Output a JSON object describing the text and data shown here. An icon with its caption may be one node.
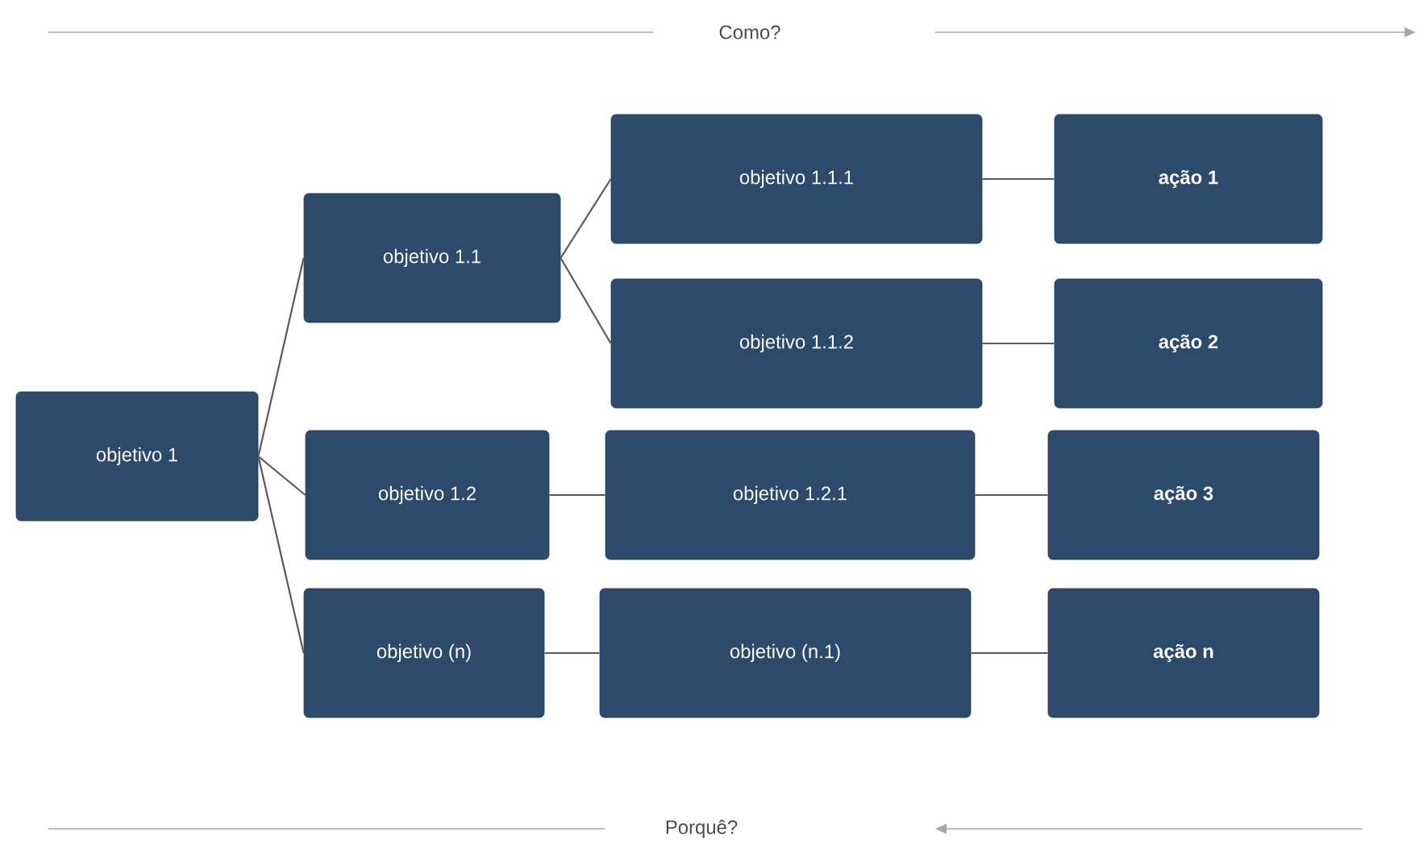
{
  "diagram": {
    "nodes": [
      {
        "text": [
          "objetivo 1"
        ]
      },
      {
        "text": [
          "objetivo 1.1"
        ]
      },
      {
        "text": [
          "objetivo 1.1.1"
        ]
      },
      {
        "text": [
          "ação 1"
        ]
      },
      {
        "text": [
          "objetivo 1.1.2"
        ]
      },
      {
        "text": [
          "ação 2"
        ]
      },
      {
        "text": [
          "objetivo 1.2"
        ]
      },
      {
        "text": [
          "objetivo 1.2.1"
        ]
      },
      {
        "text": [
          "ação 3"
        ]
      },
      {
        "text": [
          "objetivo (n)"
        ]
      },
      {
        "text": [
          "objetivo (n.1)"
        ]
      },
      {
        "text": [
          "ação n"
        ]
      }
    ],
    "edges": [
      {
        "from": 0,
        "to": 1,
        "arrow": "none"
      },
      {
        "from": 0,
        "to": 6,
        "arrow": "none"
      },
      {
        "from": 0,
        "to": 9,
        "arrow": "none"
      },
      {
        "from": 1,
        "to": 2,
        "arrow": "none"
      },
      {
        "from": 1,
        "to": 4,
        "arrow": "none"
      },
      {
        "from": 2,
        "to": 3,
        "arrow": "none"
      },
      {
        "from": 4,
        "to": 5,
        "arrow": "none"
      },
      {
        "from": 6,
        "to": 7,
        "arrow": "none"
      },
      {
        "from": 7,
        "to": 8,
        "arrow": "none"
      },
      {
        "from": 9,
        "to": 10,
        "arrow": "none"
      },
      {
        "from": 10,
        "to": 11,
        "arrow": "none"
      }
    ],
    "labels": [
      "Como?",
      "Porquê?"
    ]
  }
}
